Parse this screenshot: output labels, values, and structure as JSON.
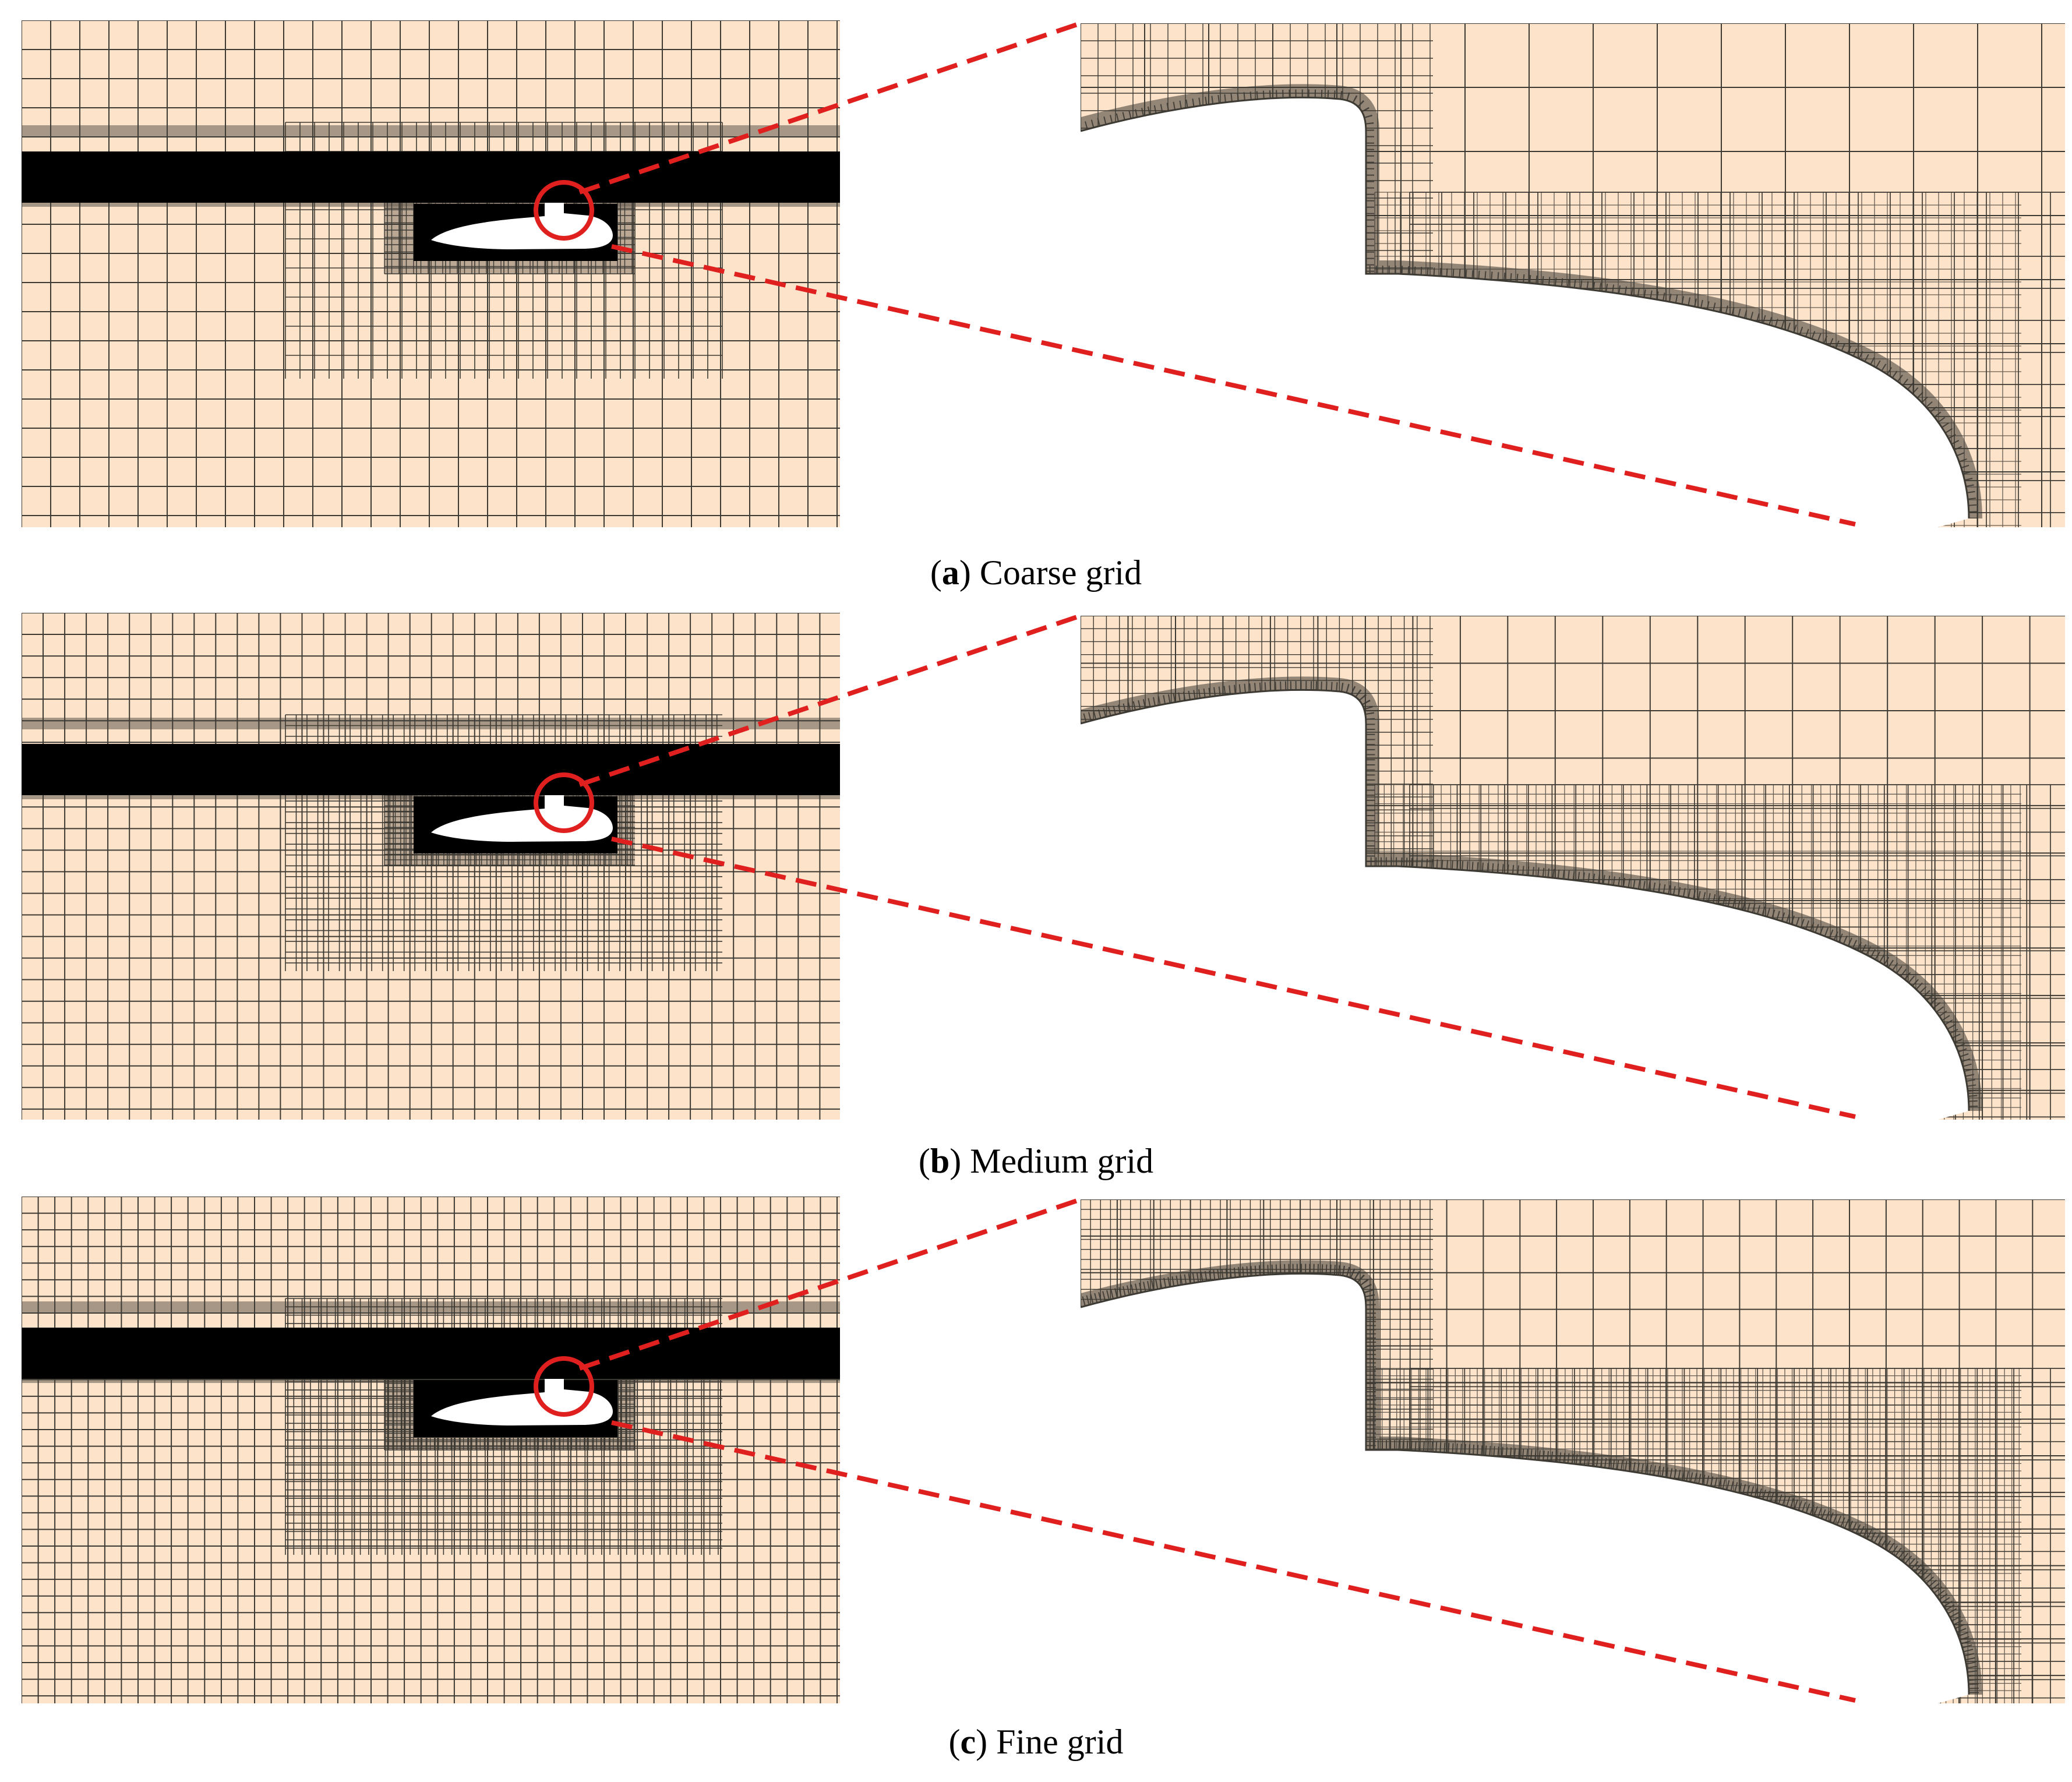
{
  "colors": {
    "mesh_fill": "#fde3ca",
    "mesh_line": "#3d3a33",
    "dense_band": "#000000",
    "hull": "#ffffff",
    "highlight": "#e01f1f"
  },
  "panels": [
    {
      "letter": "a",
      "label": "Coarse grid",
      "level": "coarse"
    },
    {
      "letter": "b",
      "label": "Medium grid",
      "level": "medium"
    },
    {
      "letter": "c",
      "label": "Fine grid",
      "level": "fine"
    }
  ]
}
